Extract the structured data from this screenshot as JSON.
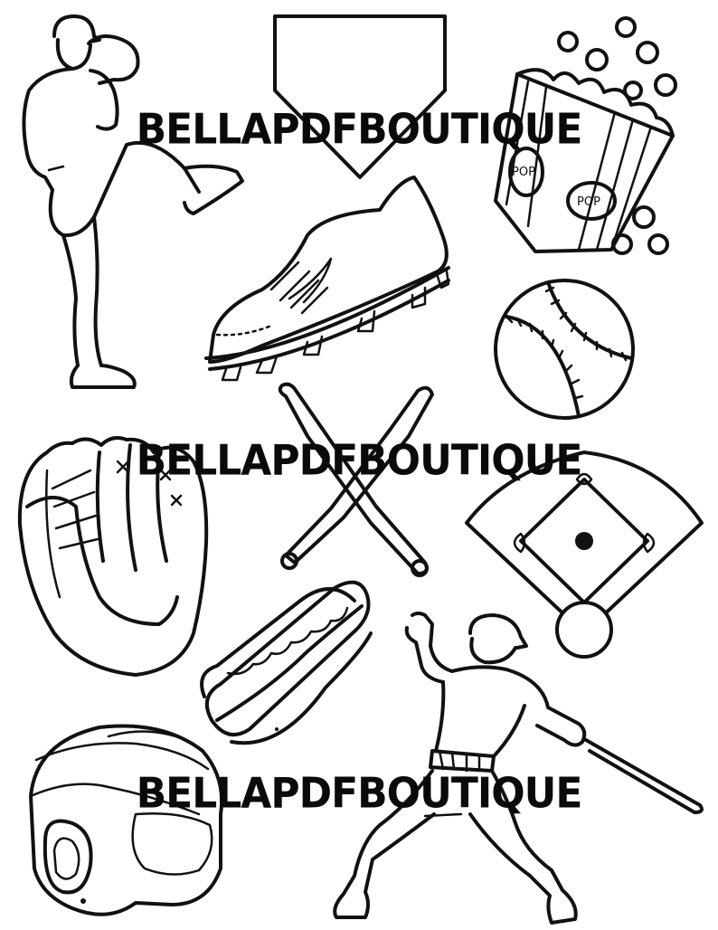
{
  "watermarks": [
    "BELLAPDFBOUTIQUE",
    "BELLAPDFBOUTIQUE",
    "BELLAPDFBOUTIQUE"
  ],
  "popcorn": {
    "label_1": "POP",
    "label_2": "POP"
  },
  "illustrations": [
    "pitcher-icon",
    "home-plate-icon",
    "popcorn-icon",
    "cleat-icon",
    "baseball-icon",
    "crossed-bats-icon",
    "glove-icon",
    "diamond-field-icon",
    "hot-dog-icon",
    "batter-icon",
    "batting-helmet-icon"
  ]
}
